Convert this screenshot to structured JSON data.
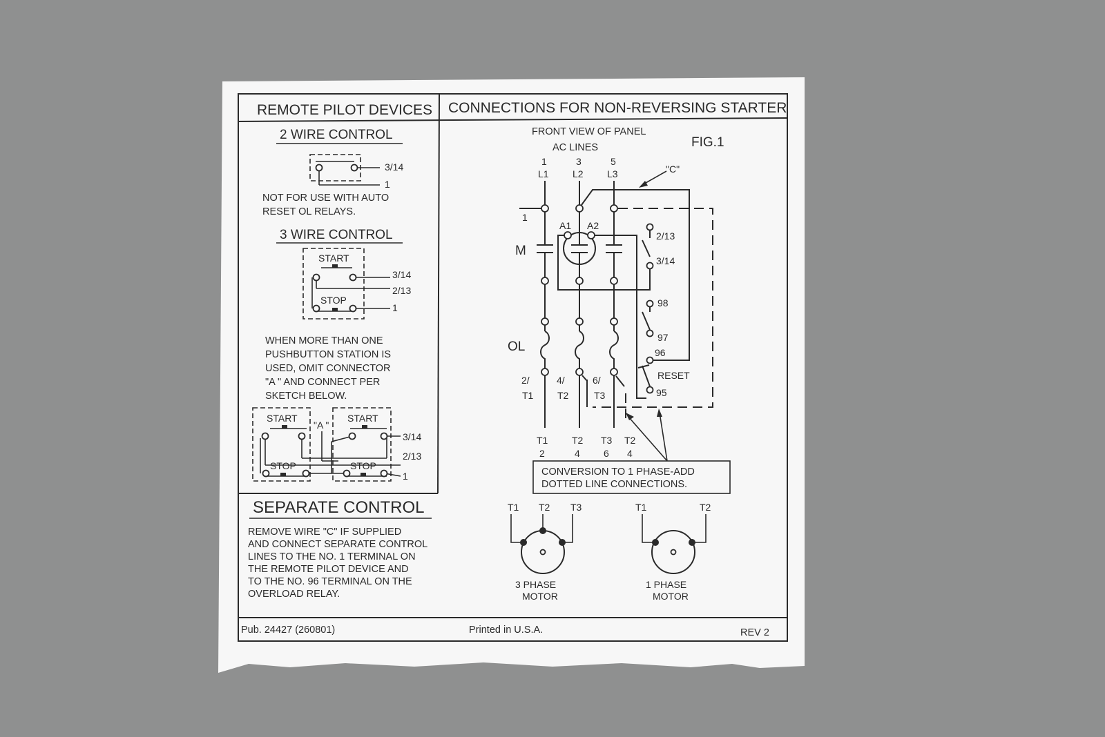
{
  "colors": {
    "background": "#8f9090",
    "paper": "#f7f7f7",
    "ink": "#2a2a2a"
  },
  "left_panel": {
    "title": "REMOTE PILOT DEVICES",
    "two_wire": {
      "heading": "2 WIRE CONTROL",
      "terminals": [
        "3/14",
        "1"
      ],
      "note": [
        "NOT FOR USE WITH AUTO",
        "RESET OL RELAYS."
      ]
    },
    "three_wire": {
      "heading": "3 WIRE CONTROL",
      "start": "START",
      "stop": "STOP",
      "terminals": [
        "3/14",
        "2/13",
        "1"
      ]
    },
    "multi_note": [
      "WHEN MORE THAN ONE",
      "PUSHBUTTON STATION IS",
      "USED, OMIT CONNECTOR",
      "\"A \" AND CONNECT PER",
      "SKETCH BELOW."
    ],
    "multi_station": {
      "start": "START",
      "stop": "STOP",
      "connector": "\"A \"",
      "terminals": [
        "3/14",
        "2/13",
        "1"
      ]
    }
  },
  "separate_control": {
    "heading": "SEPARATE CONTROL",
    "text": [
      "REMOVE WIRE \"C\" IF SUPPLIED",
      "AND CONNECT SEPARATE CONTROL",
      "LINES TO THE NO. 1 TERMINAL ON",
      "THE REMOTE PILOT DEVICE AND",
      "TO THE NO. 96 TERMINAL ON THE",
      "OVERLOAD RELAY."
    ]
  },
  "right_panel": {
    "title": "CONNECTIONS FOR NON-REVERSING STARTER",
    "front_view": "FRONT VIEW OF PANEL",
    "ac_lines": "AC LINES",
    "fig": "FIG.1",
    "line_numbers": [
      "1",
      "3",
      "5"
    ],
    "line_labels": [
      "L1",
      "L2",
      "L3"
    ],
    "wire_c": "\"C\"",
    "terminal_1": "1",
    "coil": [
      "A1",
      "A2"
    ],
    "contactor_label": "M",
    "overload_label": "OL",
    "aux_contacts": [
      "2/13",
      "3/14",
      "98",
      "97",
      "96",
      "RESET",
      "95"
    ],
    "load_upper": [
      [
        "2/",
        "T1"
      ],
      [
        "4/",
        "T2"
      ],
      [
        "6/",
        "T3"
      ]
    ],
    "load_bottom": [
      [
        "T1",
        "2"
      ],
      [
        "T2",
        "4"
      ],
      [
        "T3",
        "6"
      ],
      [
        "T2",
        "4"
      ]
    ],
    "conversion_note": [
      "CONVERSION TO 1 PHASE-ADD",
      "DOTTED LINE CONNECTIONS."
    ],
    "motor3": {
      "leads": [
        "T1",
        "T2",
        "T3"
      ],
      "label": [
        "3 PHASE",
        "MOTOR"
      ]
    },
    "motor1": {
      "leads": [
        "T1",
        "T2"
      ],
      "label": [
        "1 PHASE",
        "MOTOR"
      ]
    }
  },
  "footer": {
    "pub": "Pub. 24427 (260801)",
    "printed": "Printed in U.S.A.",
    "rev": "REV 2"
  }
}
